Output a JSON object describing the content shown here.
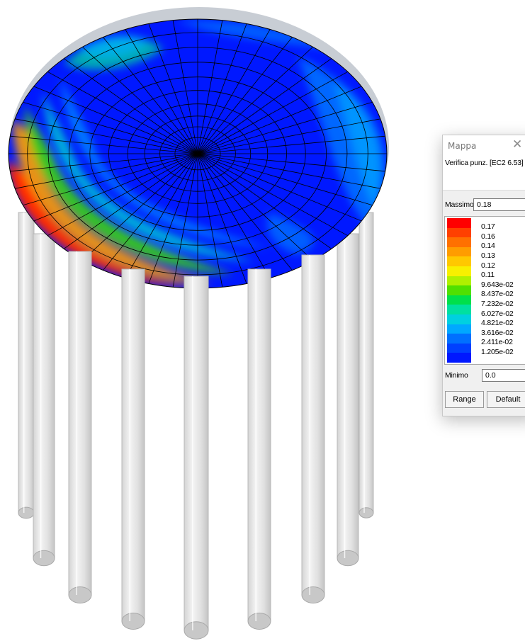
{
  "dialog": {
    "title": "Mappa",
    "quantity": "Verifica punz. [EC2 6.53]",
    "max_label": "Massimo",
    "max_value": "0.18",
    "min_label": "Minimo",
    "min_value": "0.0",
    "range_button": "Range",
    "default_button": "Default",
    "close_icon": "close-icon"
  },
  "legend": {
    "labels": [
      "0.17",
      "0.16",
      "0.14",
      "0.13",
      "0.12",
      "0.11",
      "9.643e-02",
      "8.437e-02",
      "7.232e-02",
      "6.027e-02",
      "4.821e-02",
      "3.616e-02",
      "2.411e-02",
      "1.205e-02"
    ],
    "colors": [
      "#ff0000",
      "#ff4000",
      "#ff7000",
      "#ff9c00",
      "#ffc800",
      "#f8f000",
      "#b0f000",
      "#50e000",
      "#00e04a",
      "#00e0a0",
      "#00d0e0",
      "#00a8ff",
      "#0070ff",
      "#0040ff",
      "#0018ff"
    ]
  },
  "model": {
    "slab_edge_color": "#c8cdd4",
    "column_color": "#e6e6e6"
  }
}
